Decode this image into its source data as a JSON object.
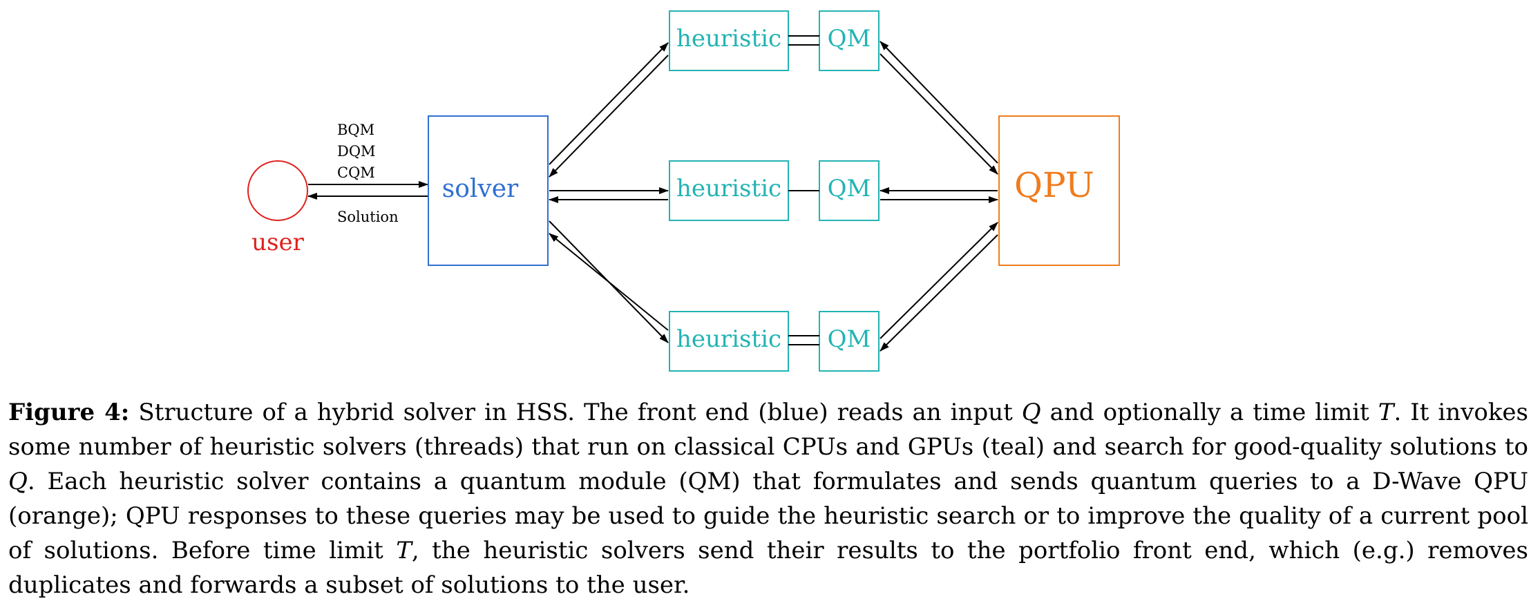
{
  "colors": {
    "user": "#e0201c",
    "solver": "#2f6fd1",
    "heuristic": "#22b3b3",
    "qpu": "#ef7c1e",
    "arrow": "#000000"
  },
  "nodes": {
    "user": "user",
    "solver": "solver",
    "heuristic_top": "heuristic",
    "heuristic_mid": "heuristic",
    "heuristic_bot": "heuristic",
    "qm_top": "QM",
    "qm_mid": "QM",
    "qm_bot": "QM",
    "qpu": "QPU"
  },
  "edge_labels": {
    "bqm": "BQM",
    "dqm": "DQM",
    "cqm": "CQM",
    "solution": "Solution"
  },
  "caption": {
    "label": "Figure 4:",
    "s1": " Structure of a hybrid solver in HSS. The front end (blue) reads an input ",
    "q1": "Q",
    "s2": " and optionally a time limit ",
    "t1": "T",
    "s3": ". It invokes some number of heuristic solvers (threads) that run on classical CPUs and GPUs (teal) and search for good-quality solutions to ",
    "q2": "Q",
    "s4": ". Each heuristic solver contains a quantum module (QM) that formulates and sends quantum queries to a D-Wave QPU (orange); QPU responses to these queries may be used to guide the heuristic search or to improve the quality of a current pool of solutions. Before time limit ",
    "t2": "T",
    "s5": ", the heuristic solvers send their results to the portfolio front end, which (e.g.) removes duplicates and forwards a subset of solutions to the user."
  }
}
